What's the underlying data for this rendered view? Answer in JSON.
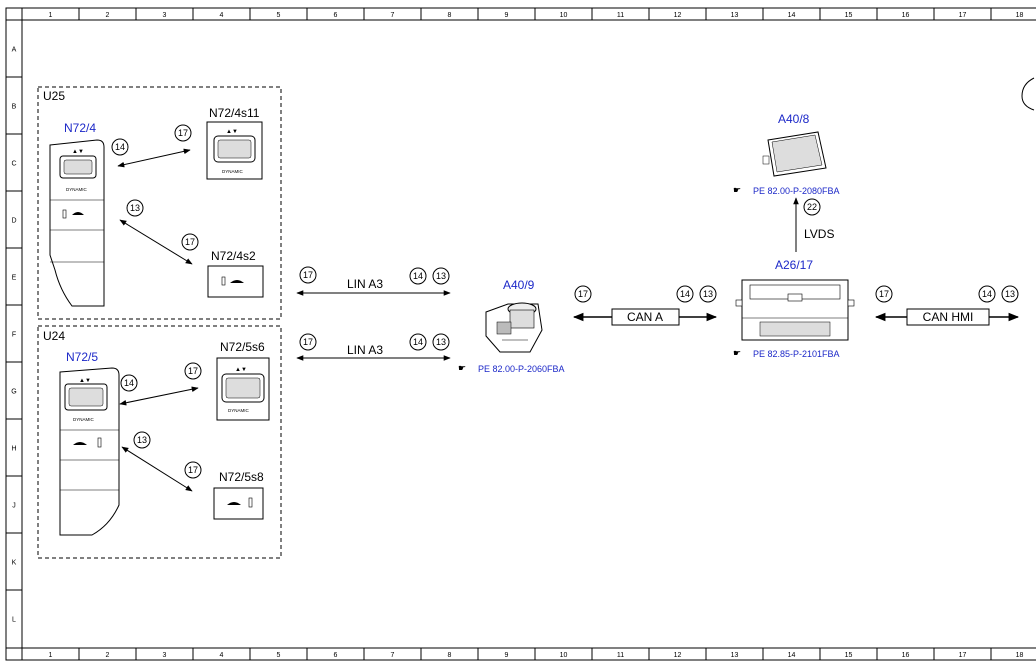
{
  "grid": {
    "columns": [
      "1",
      "2",
      "3",
      "4",
      "5",
      "6",
      "7",
      "8",
      "9",
      "10",
      "11",
      "12",
      "13",
      "14",
      "15",
      "16",
      "17",
      "18"
    ],
    "rows": [
      "A",
      "B",
      "C",
      "D",
      "E",
      "F",
      "G",
      "H",
      "J",
      "K",
      "L"
    ]
  },
  "groups": {
    "u25": "U25",
    "u24": "U24"
  },
  "components": {
    "n72_4": "N72/4",
    "n72_4s11": "N72/4s11",
    "n72_4s2": "N72/4s2",
    "n72_5": "N72/5",
    "n72_5s6": "N72/5s6",
    "n72_5s8": "N72/5s8",
    "a40_9": "A40/9",
    "a26_17": "A26/17",
    "a40_8": "A40/8"
  },
  "panel_text": {
    "dynamic": "DYNAMIC"
  },
  "references": {
    "a40_9": "PE 82.00-P-2060FBA",
    "a26_17": "PE 82.85-P-2101FBA",
    "a40_8": "PE 82.00-P-2080FBA"
  },
  "buses": {
    "lin_a3": "LIN A3",
    "can_a": "CAN A",
    "can_hmi": "CAN HMI",
    "lvds": "LVDS"
  },
  "callouts": {
    "c13": "13",
    "c14": "14",
    "c17": "17",
    "c22": "22"
  },
  "colors": {
    "component_label": "#1c28c8",
    "line": "#000000"
  }
}
